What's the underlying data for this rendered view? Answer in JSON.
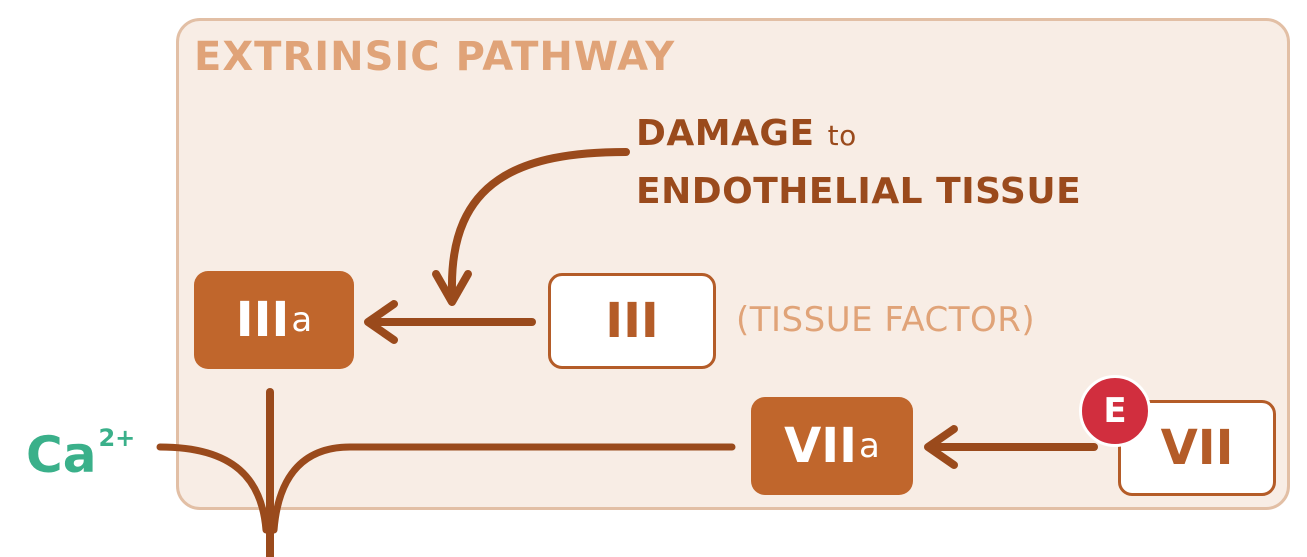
{
  "panel": {
    "title": "EXTRINSIC PATHWAY"
  },
  "trigger": {
    "line1_main": "DAMAGE",
    "line1_small": "to",
    "line2": "ENDOTHELIAL TISSUE"
  },
  "factors": {
    "iiia": {
      "main": "III",
      "sub": "a"
    },
    "iii": {
      "main": "III"
    },
    "iii_note": "(TISSUE FACTOR)",
    "viia": {
      "main": "VII",
      "sub": "a"
    },
    "vii": {
      "main": "VII"
    }
  },
  "enzyme_badge": "E",
  "cofactor": {
    "main": "Ca",
    "sup": "2+"
  },
  "colors": {
    "panel_bg": "#f8ede5",
    "panel_border": "#e2bfa5",
    "title": "#e0a378",
    "arrow": "#9a4a1c",
    "active_box": "#c0662c",
    "enzyme": "#d12e3e",
    "calcium": "#3ab08a"
  }
}
